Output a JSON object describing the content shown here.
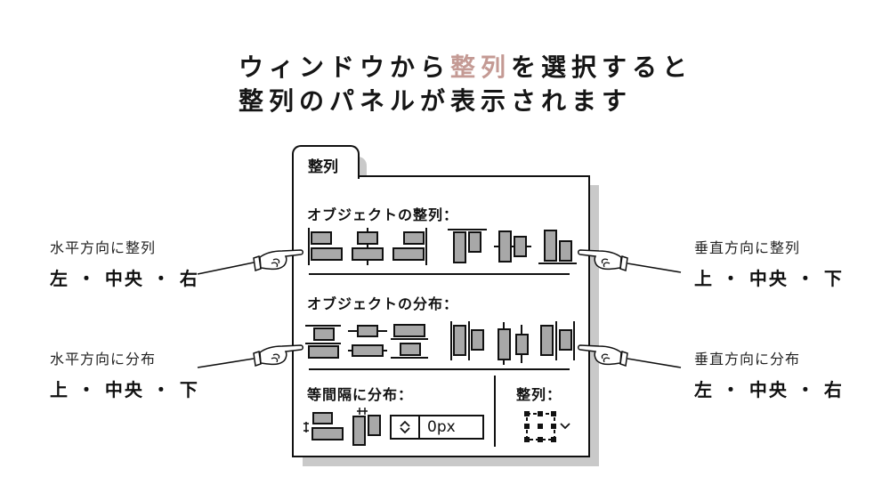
{
  "heading": {
    "line1_before": "ウィンドウから",
    "line1_accent": "整列",
    "line1_after": "を選択すると",
    "line2": "整列のパネルが表示されます",
    "accent_color": "#c49a94"
  },
  "panel": {
    "tab_label": "整列",
    "align_objects": {
      "label": "オブジェクトの整列：",
      "buttons": [
        {
          "name": "horizontal-align-left",
          "icon": "align-left-icon"
        },
        {
          "name": "horizontal-align-center",
          "icon": "align-horizontal-center-icon"
        },
        {
          "name": "horizontal-align-right",
          "icon": "align-right-icon"
        },
        {
          "name": "vertical-align-top",
          "icon": "align-top-icon"
        },
        {
          "name": "vertical-align-center",
          "icon": "align-vertical-center-icon"
        },
        {
          "name": "vertical-align-bottom",
          "icon": "align-bottom-icon"
        }
      ]
    },
    "distribute_objects": {
      "label": "オブジェクトの分布：",
      "buttons": [
        {
          "name": "vertical-distribute-top",
          "icon": "distribute-top-icon"
        },
        {
          "name": "vertical-distribute-center",
          "icon": "distribute-vertical-center-icon"
        },
        {
          "name": "vertical-distribute-bottom",
          "icon": "distribute-bottom-icon"
        },
        {
          "name": "horizontal-distribute-left",
          "icon": "distribute-left-icon"
        },
        {
          "name": "horizontal-distribute-center",
          "icon": "distribute-horizontal-center-icon"
        },
        {
          "name": "horizontal-distribute-right",
          "icon": "distribute-right-icon"
        }
      ]
    },
    "distribute_spacing": {
      "label": "等間隔に分布：",
      "value": "0px",
      "buttons": [
        {
          "name": "vertical-distribute-space",
          "icon": "distribute-vertical-space-icon"
        },
        {
          "name": "horizontal-distribute-space",
          "icon": "distribute-horizontal-space-icon"
        }
      ]
    },
    "align_to": {
      "label": "整列：",
      "icon": "align-to-selection-icon"
    }
  },
  "annotations": {
    "left_top": {
      "small": "水平方向に整列",
      "big": "左・中央・右"
    },
    "right_top": {
      "small": "垂直方向に整列",
      "big": "上・中央・下"
    },
    "left_bottom": {
      "small": "水平方向に分布",
      "big": "上・中央・下"
    },
    "right_bottom": {
      "small": "垂直方向に分布",
      "big": "左・中央・右"
    }
  }
}
